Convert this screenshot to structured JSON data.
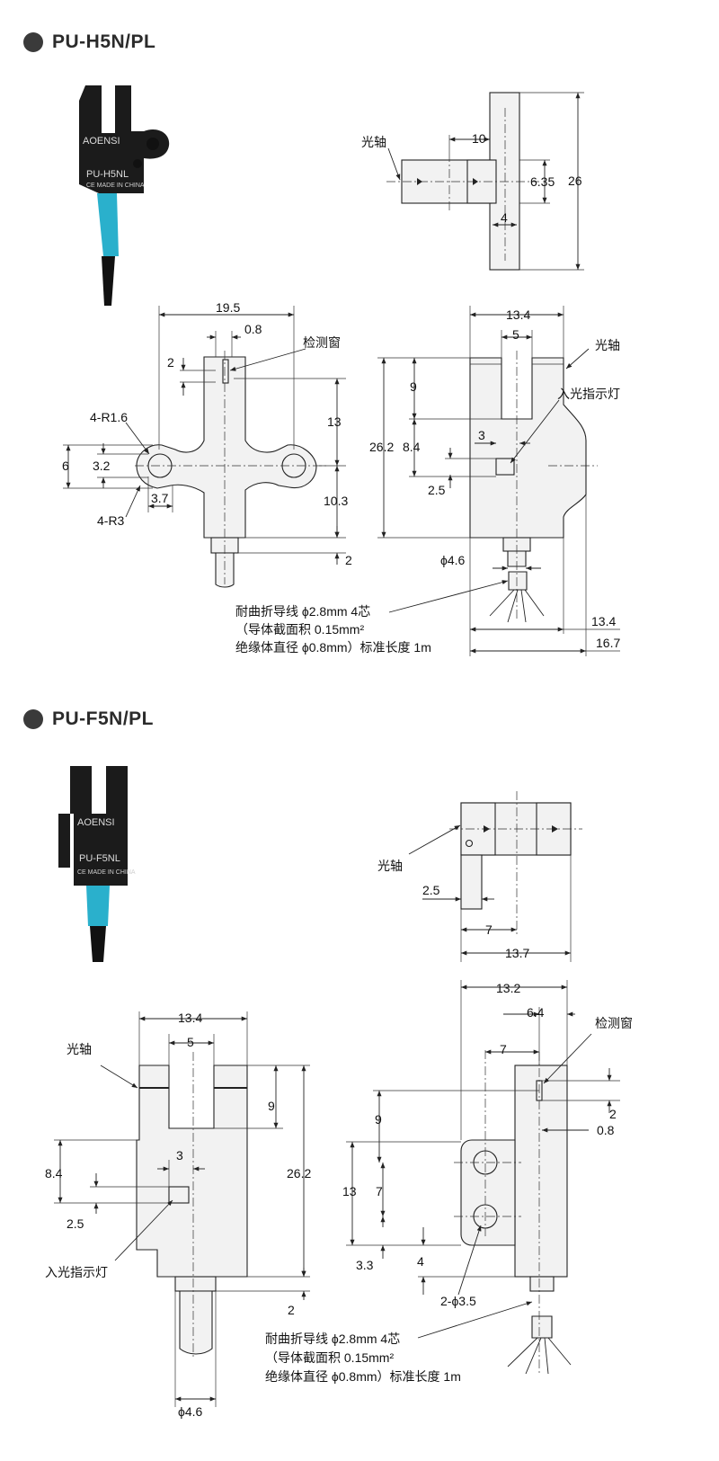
{
  "sections": [
    {
      "title": "PU-H5N/PL",
      "photo": {
        "brand": "AOENSI",
        "model": "PU-H5NL",
        "marks": "CE MADE IN CHINA"
      },
      "top_view": {
        "axis_label": "光轴",
        "dims": [
          "10",
          "6.35",
          "26",
          "4"
        ]
      },
      "front_view": {
        "dims": [
          "19.5",
          "0.8",
          "2",
          "13",
          "6",
          "3.2",
          "10.3",
          "3.7",
          "2"
        ],
        "labels": [
          "检测窗",
          "4-R1.6",
          "4-R3"
        ]
      },
      "side_view": {
        "dims": [
          "13.4",
          "5",
          "9",
          "26.2",
          "8.4",
          "3",
          "2.5",
          "ϕ4.6",
          "13.4",
          "16.7"
        ],
        "labels": [
          "光轴",
          "入光指示灯"
        ]
      },
      "cable_note": [
        "耐曲折导线 ϕ2.8mm  4芯",
        "（导体截面积 0.15mm²",
        "绝缘体直径 ϕ0.8mm）标准长度 1m"
      ]
    },
    {
      "title": "PU-F5N/PL",
      "photo": {
        "brand": "AOENSI",
        "model": "PU-F5NL",
        "marks": "CE MADE IN CHINA"
      },
      "top_view": {
        "axis_label": "光轴",
        "dims": [
          "2.5",
          "7",
          "13.7"
        ]
      },
      "front_view": {
        "dims": [
          "13.4",
          "5",
          "9",
          "26.2",
          "8.4",
          "3",
          "2.5",
          "2",
          "ϕ4.6"
        ],
        "labels": [
          "光轴",
          "入光指示灯"
        ]
      },
      "side_view": {
        "dims": [
          "13.2",
          "6.4",
          "7",
          "9",
          "2",
          "0.8",
          "13",
          "7",
          "4",
          "3.3",
          "2-ϕ3.5"
        ],
        "labels": [
          "检测窗"
        ]
      },
      "cable_note": [
        "耐曲折导线 ϕ2.8mm  4芯",
        "（导体截面积 0.15mm²",
        "绝缘体直径 ϕ0.8mm）标准长度 1m"
      ]
    }
  ]
}
